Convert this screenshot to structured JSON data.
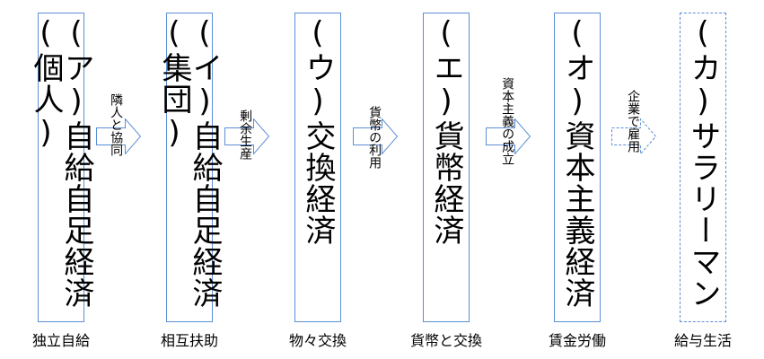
{
  "stages": [
    {
      "title": "(ア)自給自足経済(個人)",
      "caption": "独立自給"
    },
    {
      "title": "(イ)自給自足経済(集団)",
      "caption": "相互扶助"
    },
    {
      "title": "(ウ)交換経済",
      "caption": "物々交換"
    },
    {
      "title": "(エ)貨幣経済",
      "caption": "貨幣と交換"
    },
    {
      "title": "(オ)資本主義経済",
      "caption": "賃金労働"
    },
    {
      "title": "(カ)サラリーマン",
      "caption": "給与生活"
    }
  ],
  "transitions": [
    {
      "label": "隣人と協同"
    },
    {
      "label": "剰余生産"
    },
    {
      "label": "貨幣の利用"
    },
    {
      "label": "資本主義の成立"
    },
    {
      "label": "企業で雇用"
    }
  ],
  "colors": {
    "border": "#5b8ed6",
    "text": "#000000",
    "background": "#ffffff"
  }
}
